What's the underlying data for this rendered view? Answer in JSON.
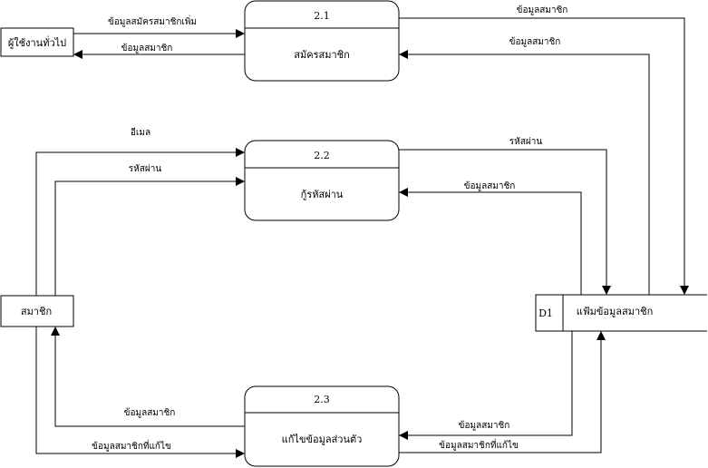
{
  "entities": {
    "general_user": "ผู้ใช้งานทั่วไป",
    "member": "สมาชิก"
  },
  "processes": [
    {
      "id": "2.1",
      "name": "สมัครสมาชิก"
    },
    {
      "id": "2.2",
      "name": "กู้รหัสผ่าน"
    },
    {
      "id": "2.3",
      "name": "แก้ไขข้อมูลส่วนตัว"
    }
  ],
  "datastore": {
    "id": "D1",
    "name": "แฟ้มข้อมูลสมาชิก"
  },
  "flows": {
    "user_to_p1": "ข้อมูลสมัครสมาชิกเพิ่ม",
    "p1_to_user": "ข้อมูลสมาชิก",
    "p1_to_ds": "ข้อมูลสมาชิก",
    "ds_to_p1": "ข้อมูลสมาชิก",
    "member_to_p2_email": "อีเมล",
    "member_to_p2_password": "รหัสผ่าน",
    "p2_to_ds": "รหัสผ่าน",
    "ds_to_p2": "ข้อมูลสมาชิก",
    "p3_to_member": "ข้อมูลสมาชิก",
    "member_to_p3": "ข้อมูลสมาชิกที่แก้ไข",
    "ds_to_p3": "ข้อมูลสมาชิก",
    "p3_to_ds": "ข้อมูลสมาชิกที่แก้ไข"
  }
}
